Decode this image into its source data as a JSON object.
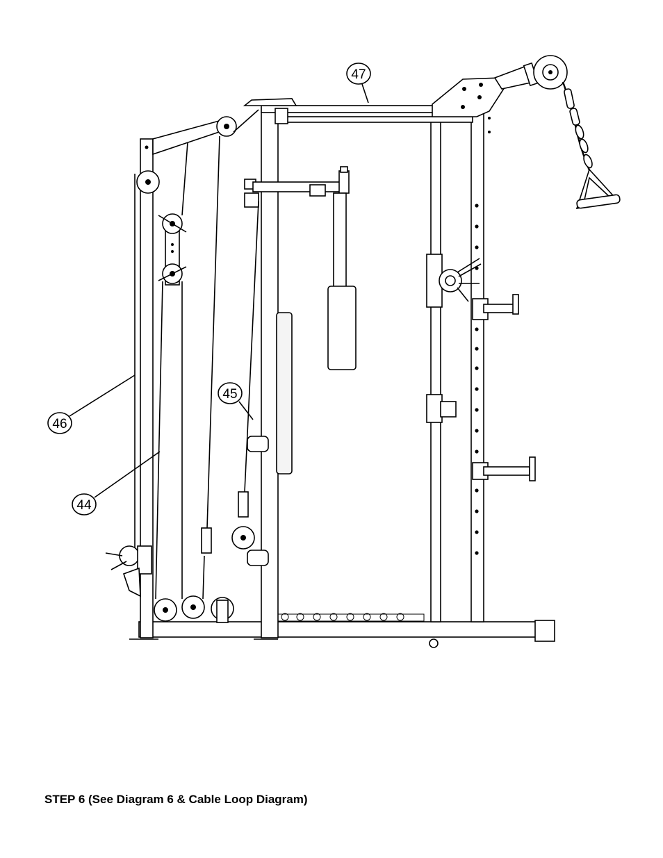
{
  "callouts": [
    {
      "label": "47"
    },
    {
      "label": "45"
    },
    {
      "label": "46"
    },
    {
      "label": "44"
    }
  ],
  "caption": "STEP 6 (See Diagram 6 & Cable Loop Diagram)"
}
